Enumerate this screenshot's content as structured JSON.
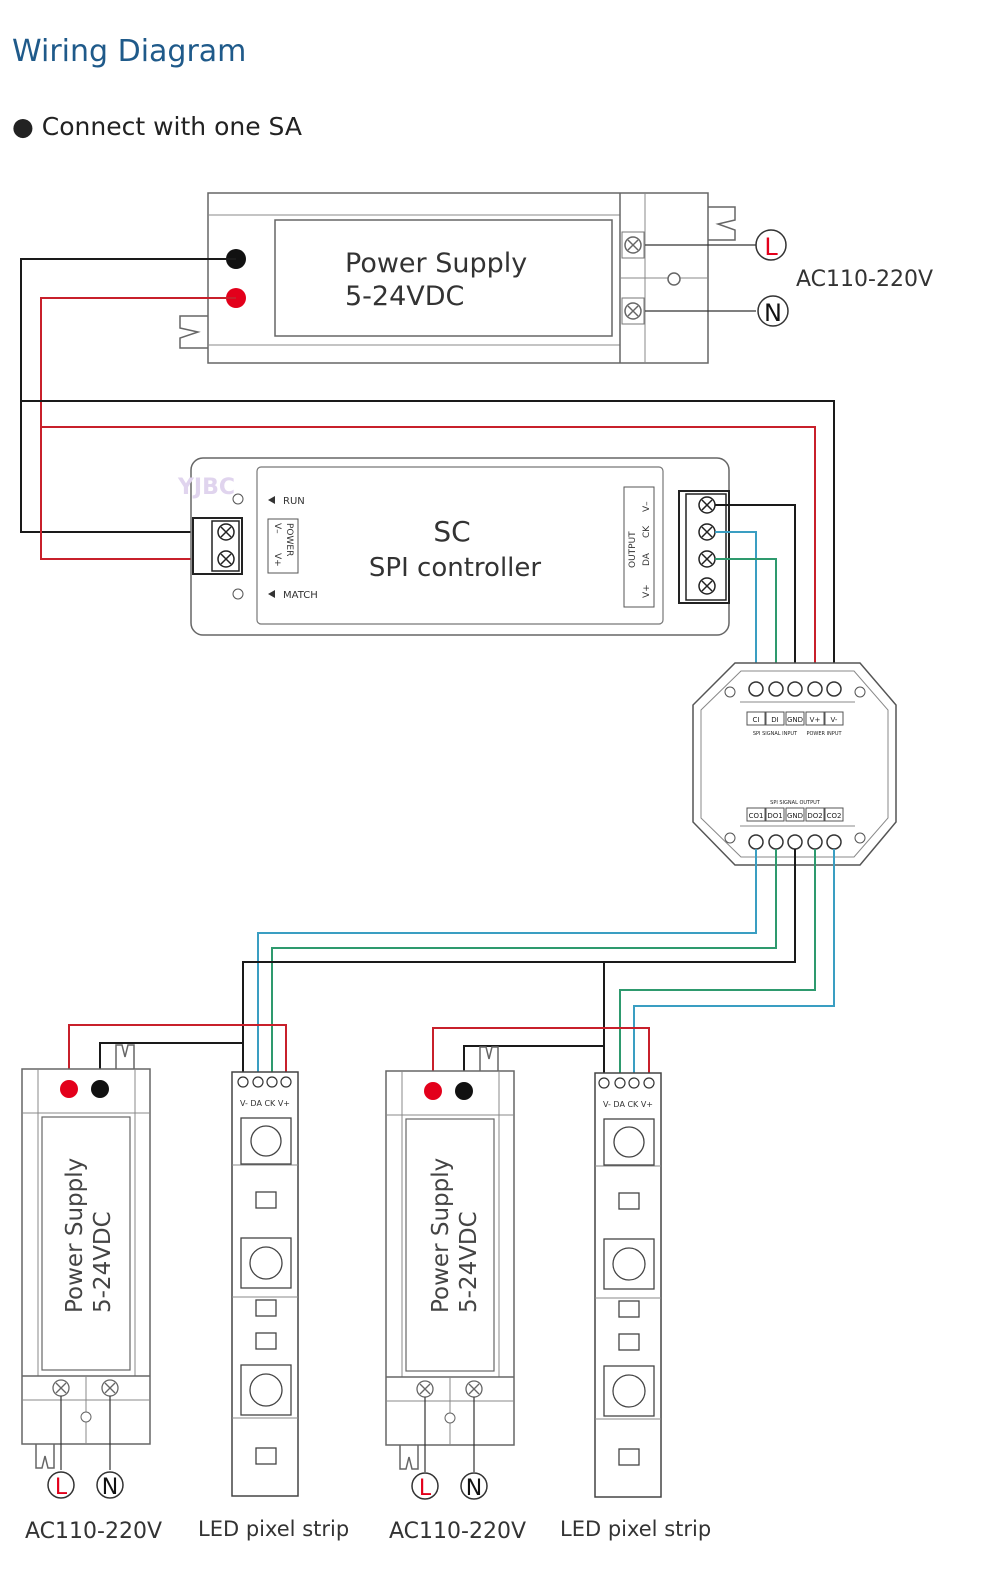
{
  "header": {
    "title": "Wiring Diagram",
    "subtitle": "Connect with one SA"
  },
  "top_power_supply": {
    "line1": "Power Supply",
    "line2": "5-24VDC",
    "ac_label": "AC110-220V",
    "l_label": "L",
    "n_label": "N"
  },
  "controller": {
    "line1": "SC",
    "line2": "SPI controller",
    "brand": "YJBC",
    "run": "RUN",
    "match": "MATCH",
    "power": "POWER",
    "vminus": "V–",
    "vplus": "V+",
    "output": "OUTPUT",
    "out_vminus": "V–",
    "out_ck": "CK",
    "out_da": "DA",
    "out_vplus": "V+"
  },
  "amplifier": {
    "input_terminals": [
      "CI",
      "DI",
      "GND",
      "V+",
      "V-"
    ],
    "spi_signal_input": "SPI SIGNAL INPUT",
    "power_input": "POWER INPUT",
    "spi_signal_output": "SPI SIGNAL OUTPUT",
    "output_terminals": [
      "CO1",
      "DO1",
      "GND",
      "DO2",
      "CO2"
    ]
  },
  "bottom_left": {
    "ps_line1": "Power Supply",
    "ps_line2": "5-24VDC",
    "l_label": "L",
    "n_label": "N",
    "ac_label": "AC110-220V",
    "strip_pins": "V- DA CK V+",
    "strip_label": "LED pixel strip"
  },
  "bottom_right": {
    "ps_line1": "Power Supply",
    "ps_line2": "5-24VDC",
    "l_label": "L",
    "n_label": "N",
    "ac_label": "AC110-220V",
    "strip_pins": "V- DA CK V+",
    "strip_label": "LED pixel strip"
  },
  "colors": {
    "title": "#1f5a8a",
    "wire_black": "#1a1a1a",
    "wire_red": "#c8202b",
    "wire_blue": "#3a9ec2",
    "wire_green": "#2e9a6e",
    "outline": "#555555",
    "terminal_red": "#e3001b"
  }
}
